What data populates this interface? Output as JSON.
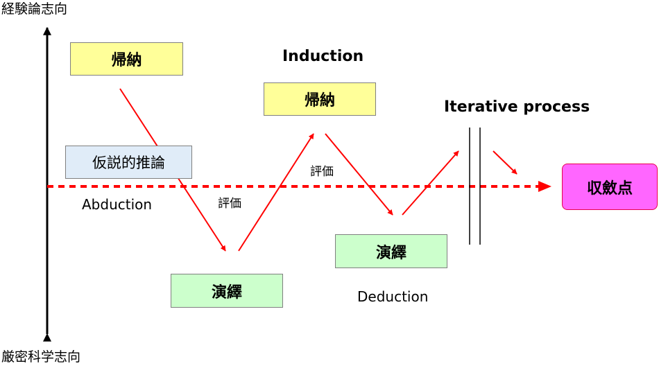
{
  "axis": {
    "top_label": "経験論志向",
    "bottom_label": "厳密科学志向"
  },
  "boxes": {
    "induction_1": "帰納",
    "induction_2": "帰納",
    "abduction": "仮説的推論",
    "deduction_1": "演繹",
    "deduction_2": "演繹",
    "convergence": "収斂点"
  },
  "labels": {
    "abduction": "Abduction",
    "induction": "Induction",
    "deduction": "Deduction",
    "iterative": "Iterative process",
    "evaluation_1": "評価",
    "evaluation_2": "評価"
  },
  "colors": {
    "arrow": "#ff0000",
    "induction_box": "#ffff99",
    "deduction_box": "#ccffcc",
    "abduction_box": "#e0ecf8",
    "convergence_box": "#ff66ff"
  }
}
